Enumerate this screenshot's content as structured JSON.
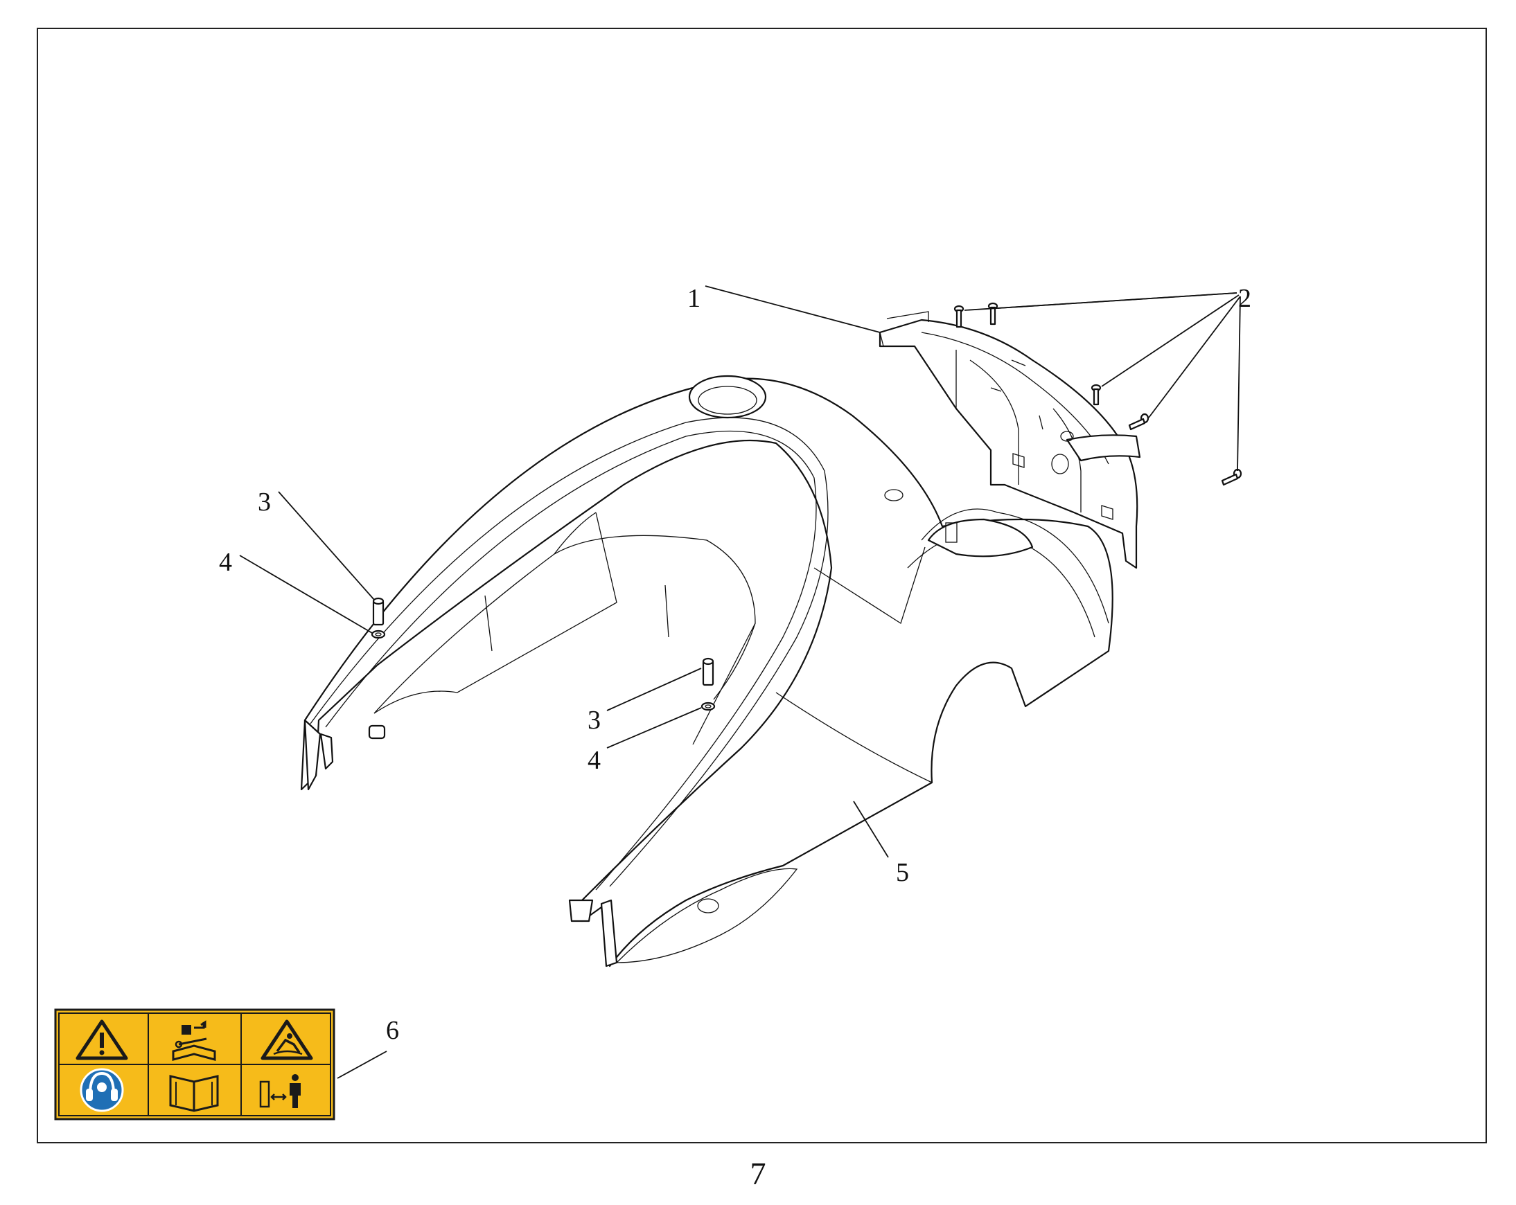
{
  "callouts": {
    "c1": "1",
    "c2": "2",
    "c3a": "3",
    "c4a": "4",
    "c3b": "3",
    "c4b": "4",
    "c5": "5",
    "c6": "6"
  },
  "page_number": "7",
  "label_colors": {
    "background": "#f6bb1a",
    "border": "#1a1a1a",
    "mandatory_blue": "#1f6fb5"
  },
  "safety_label_icons": [
    "warning-triangle-icon",
    "read-service-manual-icon",
    "entanglement-hazard-icon",
    "ear-protection-icon",
    "operator-manual-icon",
    "keep-distance-icon"
  ]
}
